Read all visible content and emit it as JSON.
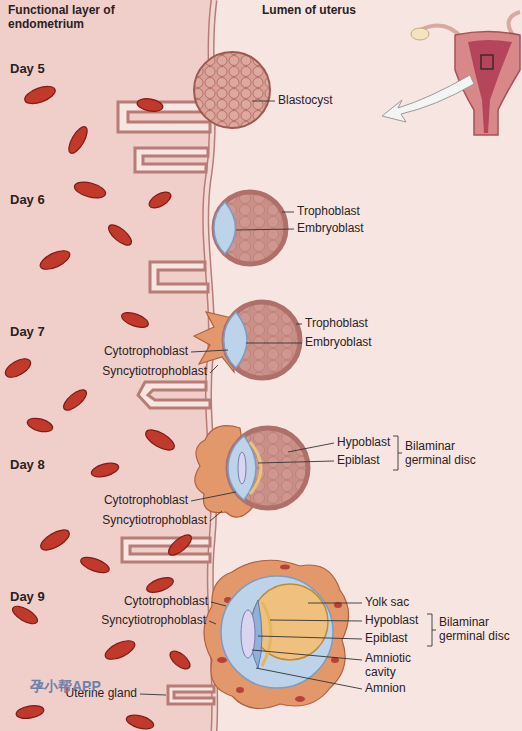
{
  "diagram": {
    "labels": [
      "Functional layer of endometrium",
      "Lumen of uterus",
      "Day 5",
      "Blastocyst",
      "Day 6",
      "Trophoblast",
      "Embryoblast",
      "Day 7",
      "Cytotrophoblast",
      "Syncytiotrophoblast",
      "Trophoblast",
      "Embryoblast",
      "Day 8",
      "Hypoblast",
      "Epiblast",
      "Bilaminar germinal disc",
      "Cytotrophoblast",
      "Syncytiotrophoblast",
      "Day 9",
      "Cytotrophoblast",
      "Syncytiotrophoblast",
      "Yolk sac",
      "Hypoblast",
      "Epiblast",
      "Bilaminar germinal disc",
      "Amniotic cavity",
      "Amnion",
      "Uterine gland",
      "孕小帮APP"
    ]
  }
}
